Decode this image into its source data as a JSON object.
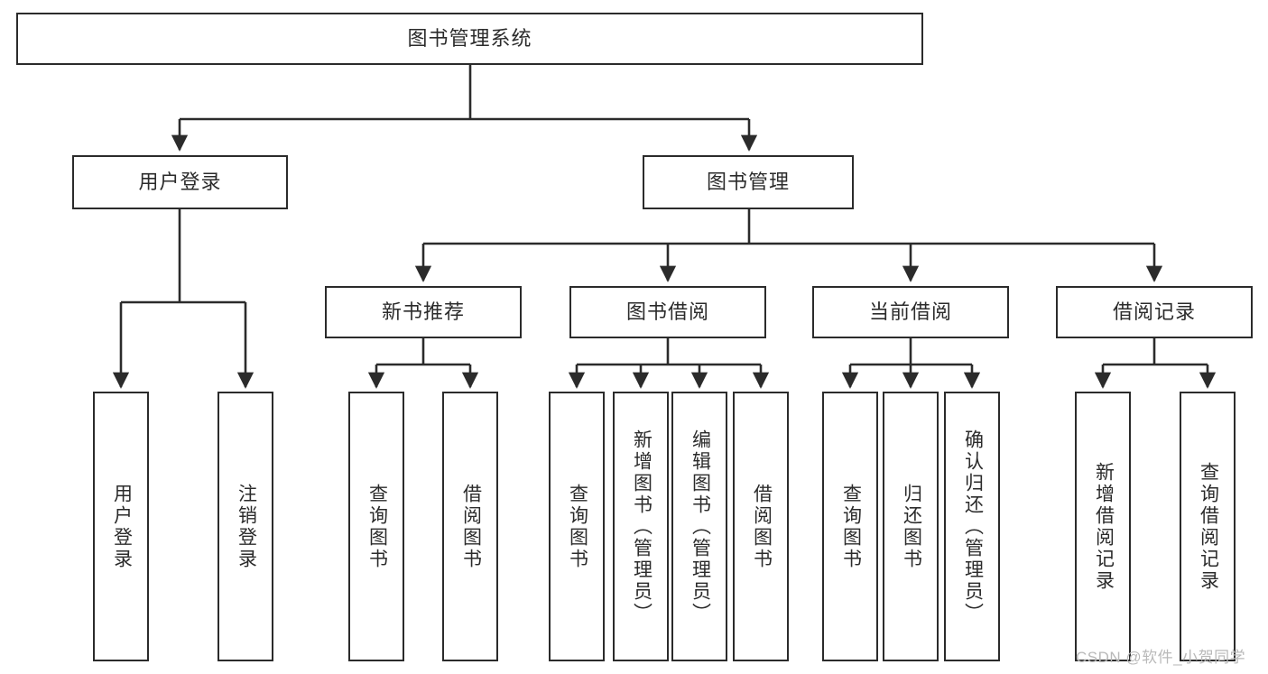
{
  "diagram": {
    "type": "hierarchy-tree",
    "title": "图书管理系统",
    "level2": [
      {
        "id": "user-login",
        "label": "用户登录"
      },
      {
        "id": "book-management",
        "label": "图书管理"
      }
    ],
    "level3": [
      {
        "id": "new-book-recommend",
        "label": "新书推荐"
      },
      {
        "id": "book-borrow",
        "label": "图书借阅"
      },
      {
        "id": "current-borrow",
        "label": "当前借阅"
      },
      {
        "id": "borrow-record",
        "label": "借阅记录"
      }
    ],
    "leaves": [
      {
        "id": "leaf-user-login",
        "label": "用户登录"
      },
      {
        "id": "leaf-logout-login",
        "label": "注销登录"
      },
      {
        "id": "leaf-query-book-1",
        "label": "查询图书"
      },
      {
        "id": "leaf-borrow-book-1",
        "label": "借阅图书"
      },
      {
        "id": "leaf-query-book-2",
        "label": "查询图书"
      },
      {
        "id": "leaf-add-book",
        "label": "新增图书（管理员）"
      },
      {
        "id": "leaf-edit-book",
        "label": "编辑图书（管理员）"
      },
      {
        "id": "leaf-borrow-book-2",
        "label": "借阅图书"
      },
      {
        "id": "leaf-query-book-3",
        "label": "查询图书"
      },
      {
        "id": "leaf-return-book",
        "label": "归还图书"
      },
      {
        "id": "leaf-confirm-return",
        "label": "确认归还（管理员）"
      },
      {
        "id": "leaf-add-record",
        "label": "新增借阅记录"
      },
      {
        "id": "leaf-query-record",
        "label": "查询借阅记录"
      }
    ],
    "watermark": "CSDN @软件_小贺同学",
    "colors": {
      "stroke": "#2b2b2b",
      "fill": "#ffffff",
      "text": "#2b2b2b",
      "watermark": "#b9b9b9"
    }
  }
}
